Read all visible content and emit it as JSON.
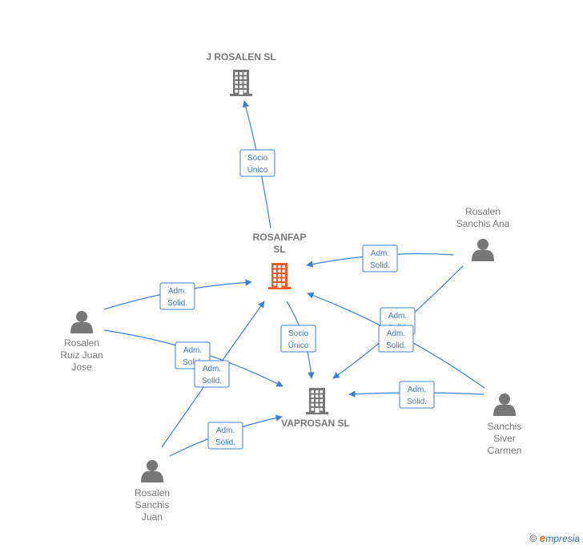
{
  "colors": {
    "edge": "#3a7fd5",
    "company": "#777777",
    "company_highlight": "#f05a28",
    "person": "#777777"
  },
  "nodes": {
    "j_rosalen": {
      "label_lines": [
        "J ROSALEN SL"
      ],
      "kind": "company"
    },
    "rosanfap": {
      "label_lines": [
        "ROSANFAP",
        "SL"
      ],
      "kind": "company-highlight"
    },
    "vaprosan": {
      "label_lines": [
        "VAPROSAN  SL"
      ],
      "kind": "company"
    },
    "rosalen_sanchis_ana": {
      "label_lines": [
        "Rosalen",
        "Sanchis Ana"
      ],
      "kind": "person"
    },
    "rosalen_ruiz": {
      "label_lines": [
        "Rosalen",
        "Ruiz Juan",
        "Jose"
      ],
      "kind": "person"
    },
    "sanchis_siver": {
      "label_lines": [
        "Sanchis",
        "Siver",
        "Carmen"
      ],
      "kind": "person"
    },
    "rosalen_sanchis_juan": {
      "label_lines": [
        "Rosalen",
        "Sanchis",
        "Juan"
      ],
      "kind": "person"
    }
  },
  "edges": [
    {
      "id": "rosanfap-jrosalen",
      "lines": [
        "Socio",
        "Único"
      ]
    },
    {
      "id": "ana-rosanfap",
      "lines": [
        "Adm.",
        "Solid."
      ]
    },
    {
      "id": "ruiz-rosanfap",
      "lines": [
        "Adm.",
        "Solid."
      ]
    },
    {
      "id": "rosanfap-vaprosan",
      "lines": [
        "Socio",
        "Único"
      ]
    },
    {
      "id": "ana-vaprosan",
      "lines": [
        "Adm.",
        "Solid."
      ]
    },
    {
      "id": "siver-rosanfap",
      "lines": [
        "Adm.",
        "Solid."
      ]
    },
    {
      "id": "ruiz-vaprosan",
      "lines": [
        "Adm.",
        "Solid."
      ]
    },
    {
      "id": "juan-rosanfap",
      "lines": [
        "Adm.",
        "Solid."
      ]
    },
    {
      "id": "siver-vaprosan",
      "lines": [
        "Adm.",
        "Solid."
      ]
    },
    {
      "id": "juan-vaprosan",
      "lines": [
        "Adm.",
        "Solid."
      ]
    }
  ],
  "footer": {
    "copyright": "©",
    "brand_first": "e",
    "brand_rest": "mpresia"
  }
}
